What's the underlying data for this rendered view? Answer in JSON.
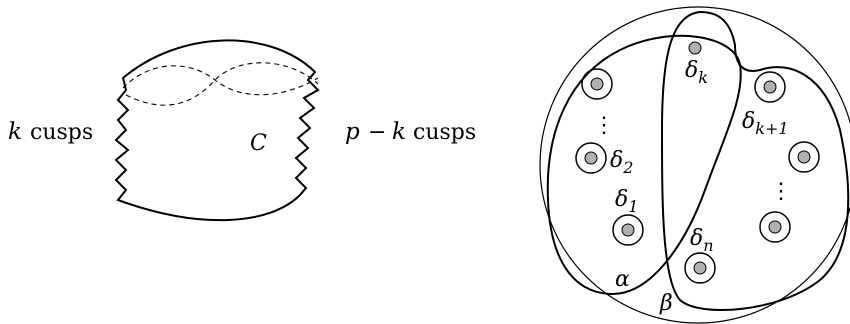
{
  "left_figure": {
    "left_label_var": "k",
    "left_label_word": "cusps",
    "curve_label": "C",
    "right_label_var": "p",
    "right_label_minus": "−",
    "right_label_k": "k",
    "right_label_word": "cusps"
  },
  "right_figure": {
    "curve_alpha_label": "α",
    "curve_beta_label": "β",
    "delta_symbol": "δ",
    "sub_k": "k",
    "sub_k_plus_1": "k+1",
    "sub_2": "2",
    "sub_1": "1",
    "sub_n": "n",
    "ellipsis": "⋮"
  }
}
